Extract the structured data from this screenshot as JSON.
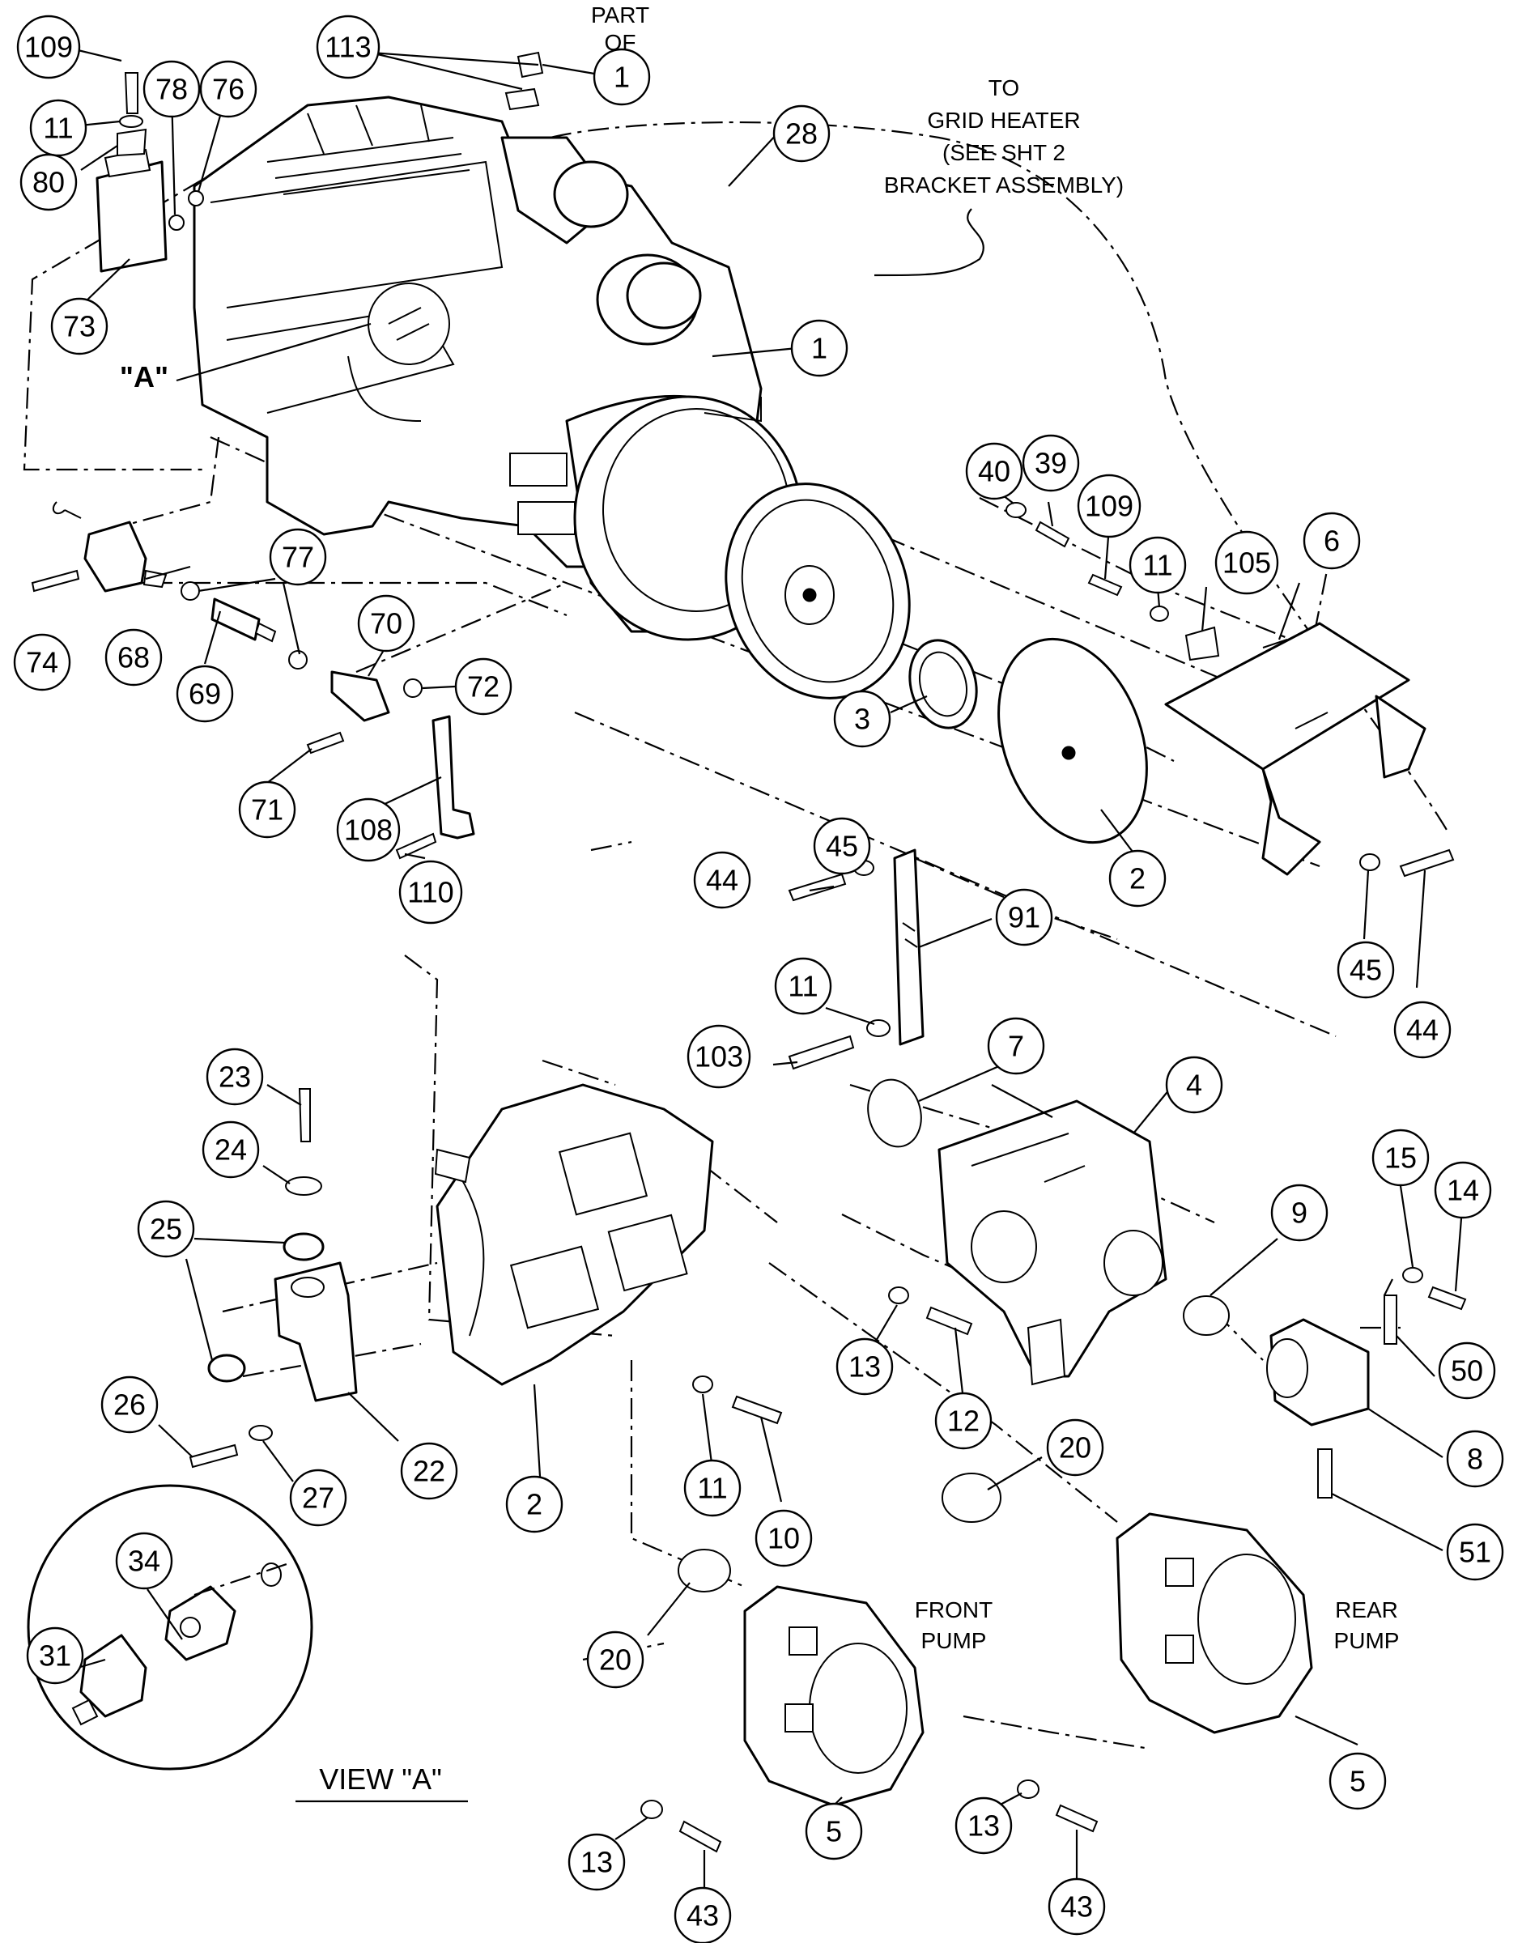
{
  "callouts": [
    {
      "id": "c-109-tl",
      "label": "109"
    },
    {
      "id": "c-11-tl",
      "label": "11"
    },
    {
      "id": "c-80",
      "label": "80"
    },
    {
      "id": "c-78",
      "label": "78"
    },
    {
      "id": "c-76",
      "label": "76"
    },
    {
      "id": "c-73",
      "label": "73"
    },
    {
      "id": "c-113",
      "label": "113"
    },
    {
      "id": "c-1-top",
      "label": "1"
    },
    {
      "id": "c-28",
      "label": "28"
    },
    {
      "id": "c-1-mid",
      "label": "1"
    },
    {
      "id": "c-77",
      "label": "77"
    },
    {
      "id": "c-74",
      "label": "74"
    },
    {
      "id": "c-68",
      "label": "68"
    },
    {
      "id": "c-69",
      "label": "69"
    },
    {
      "id": "c-70",
      "label": "70"
    },
    {
      "id": "c-72",
      "label": "72"
    },
    {
      "id": "c-71",
      "label": "71"
    },
    {
      "id": "c-108",
      "label": "108"
    },
    {
      "id": "c-110",
      "label": "110"
    },
    {
      "id": "c-3",
      "label": "3"
    },
    {
      "id": "c-2-top",
      "label": "2"
    },
    {
      "id": "c-40",
      "label": "40"
    },
    {
      "id": "c-39",
      "label": "39"
    },
    {
      "id": "c-109-r",
      "label": "109"
    },
    {
      "id": "c-11-r",
      "label": "11"
    },
    {
      "id": "c-105",
      "label": "105"
    },
    {
      "id": "c-6",
      "label": "6"
    },
    {
      "id": "c-45-l",
      "label": "45"
    },
    {
      "id": "c-44-l",
      "label": "44"
    },
    {
      "id": "c-91",
      "label": "91"
    },
    {
      "id": "c-11-m",
      "label": "11"
    },
    {
      "id": "c-103",
      "label": "103"
    },
    {
      "id": "c-45-r",
      "label": "45"
    },
    {
      "id": "c-44-r",
      "label": "44"
    },
    {
      "id": "c-7",
      "label": "7"
    },
    {
      "id": "c-4",
      "label": "4"
    },
    {
      "id": "c-23",
      "label": "23"
    },
    {
      "id": "c-24",
      "label": "24"
    },
    {
      "id": "c-25",
      "label": "25"
    },
    {
      "id": "c-26",
      "label": "26"
    },
    {
      "id": "c-27",
      "label": "27"
    },
    {
      "id": "c-22",
      "label": "22"
    },
    {
      "id": "c-2-bot",
      "label": "2"
    },
    {
      "id": "c-11-b",
      "label": "11"
    },
    {
      "id": "c-10",
      "label": "10"
    },
    {
      "id": "c-13-m",
      "label": "13"
    },
    {
      "id": "c-12",
      "label": "12"
    },
    {
      "id": "c-9",
      "label": "9"
    },
    {
      "id": "c-15",
      "label": "15"
    },
    {
      "id": "c-14",
      "label": "14"
    },
    {
      "id": "c-50",
      "label": "50"
    },
    {
      "id": "c-8",
      "label": "8"
    },
    {
      "id": "c-51",
      "label": "51"
    },
    {
      "id": "c-20-r",
      "label": "20"
    },
    {
      "id": "c-20-l",
      "label": "20"
    },
    {
      "id": "c-34",
      "label": "34"
    },
    {
      "id": "c-31",
      "label": "31"
    },
    {
      "id": "c-13-fl",
      "label": "13"
    },
    {
      "id": "c-43-fl",
      "label": "43"
    },
    {
      "id": "c-5-f",
      "label": "5"
    },
    {
      "id": "c-13-rr",
      "label": "13"
    },
    {
      "id": "c-43-rr",
      "label": "43"
    },
    {
      "id": "c-5-r",
      "label": "5"
    }
  ],
  "notes": {
    "part_of": [
      "PART",
      "OF"
    ],
    "grid_heater": [
      "TO",
      "GRID HEATER",
      "(SEE SHT 2",
      "BRACKET ASSEMBLY)"
    ],
    "detail_marker": "\"A\"",
    "front_pump": [
      "FRONT",
      "PUMP"
    ],
    "rear_pump": [
      "REAR",
      "PUMP"
    ],
    "view_title": "VIEW \"A\""
  }
}
